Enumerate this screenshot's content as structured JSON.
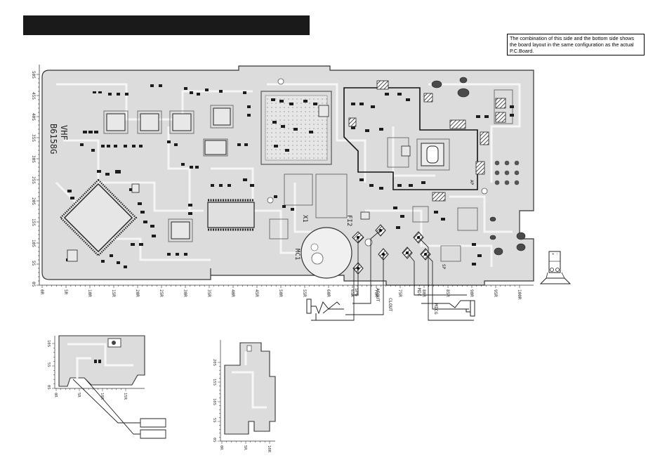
{
  "header": {
    "title": ""
  },
  "note": {
    "text": "The combination of this side and the bottom side shows the board layout in the same configuration as the actual P.C.Board."
  },
  "board_labels": {
    "model": "VHF",
    "code": "B6158G",
    "x1": "X1",
    "fi2": "FI2",
    "mc1": "MC1",
    "ap": "AP",
    "sp": "SP"
  },
  "main_axis": {
    "bottom_ticks": [
      "0R",
      "5R",
      "10R",
      "15R",
      "20R",
      "25R",
      "30R",
      "35R",
      "40R",
      "45R",
      "50R",
      "55R",
      "60R",
      "65R",
      "70R",
      "75R",
      "80R",
      "85R",
      "90R",
      "95R",
      "100R"
    ],
    "left_ticks": [
      "0S",
      "5S",
      "10S",
      "15S",
      "20S",
      "25S",
      "30S",
      "35S",
      "40S",
      "45S",
      "50S"
    ]
  },
  "connectors": {
    "spg": "SPG",
    "afout": "AFOUT",
    "clout": "CLOUT",
    "mic": "MIC",
    "micg": "MICG"
  },
  "small_board_a": {
    "bottom_ticks": [
      "0R",
      "5R",
      "10R",
      "15R"
    ],
    "left_ticks": [
      "0S",
      "5S",
      "10S"
    ]
  },
  "small_board_b": {
    "bottom_ticks": [
      "0R",
      "5R",
      "10R"
    ],
    "left_ticks": [
      "0S",
      "5S",
      "10S",
      "15S",
      "20S"
    ]
  },
  "colors": {
    "board_fill": "#dcdcdc",
    "trace": "#f4f4f4",
    "ink": "#222222",
    "title_bg": "#1a1a1a"
  }
}
